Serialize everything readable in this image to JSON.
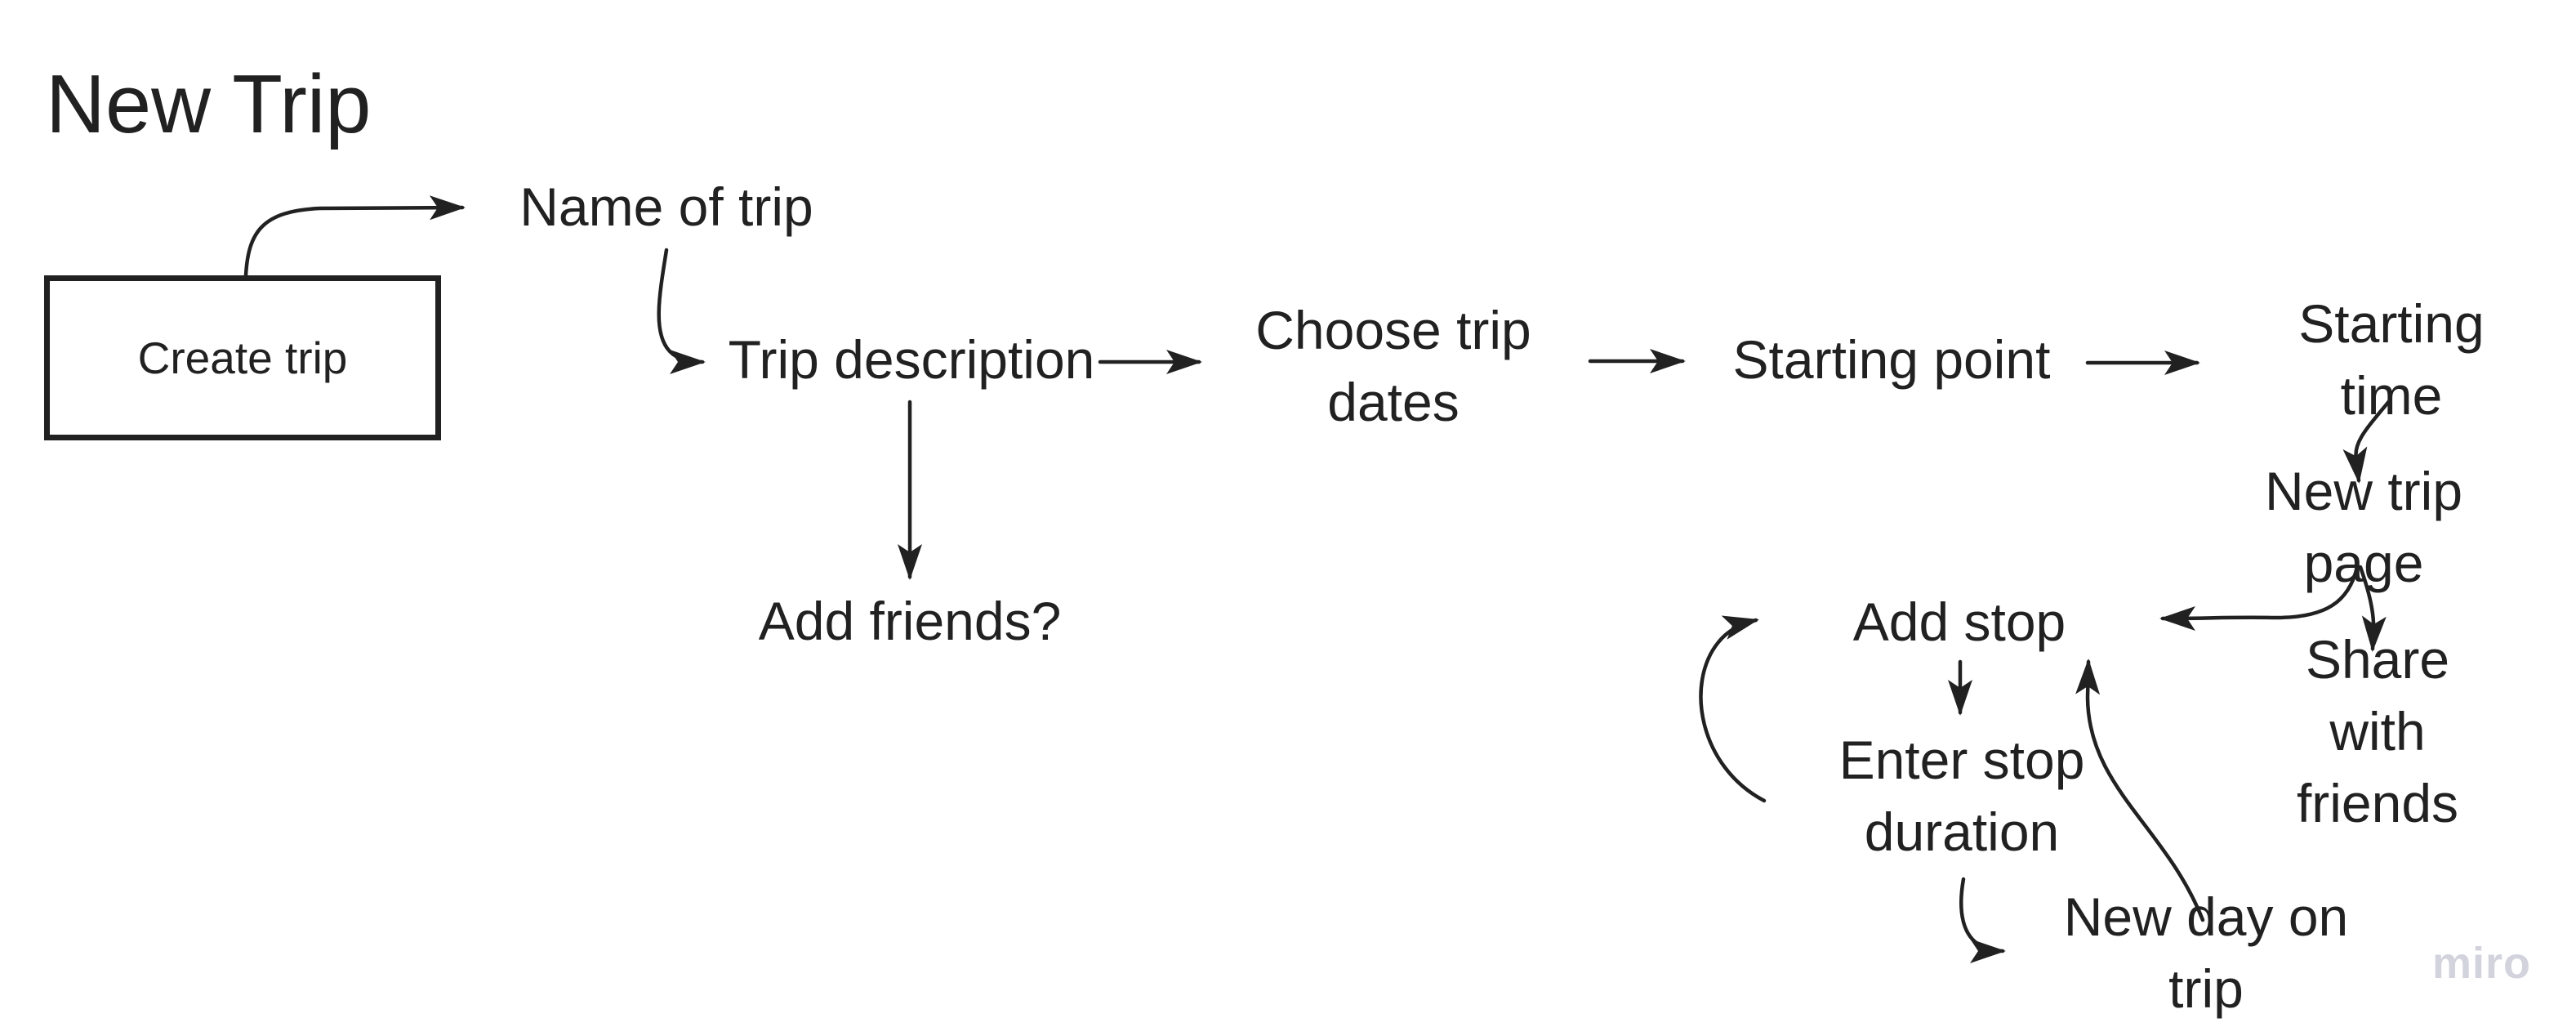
{
  "title": "New Trip",
  "watermark": "miro",
  "colors": {
    "ink": "#212121",
    "watermark": "#d3d3de",
    "background": "#ffffff"
  },
  "nodes": {
    "create_trip": {
      "label": "Create trip",
      "shape": "rectangle"
    },
    "name_of_trip": {
      "label": "Name of trip",
      "shape": "text"
    },
    "trip_description": {
      "label": "Trip description",
      "shape": "text"
    },
    "choose_trip_dates": {
      "label": "Choose trip\ndates",
      "shape": "text"
    },
    "starting_point": {
      "label": "Starting point",
      "shape": "text"
    },
    "starting_time": {
      "label": "Starting time",
      "shape": "text"
    },
    "new_trip_page": {
      "label": "New trip page",
      "shape": "text"
    },
    "add_friends": {
      "label": "Add friends?",
      "shape": "text"
    },
    "add_stop": {
      "label": "Add stop",
      "shape": "text"
    },
    "share_with_friends": {
      "label": "Share with\nfriends",
      "shape": "text"
    },
    "enter_stop_duration": {
      "label": "Enter stop\nduration",
      "shape": "text"
    },
    "new_day_on_trip": {
      "label": "New day on trip",
      "shape": "text"
    }
  },
  "edges": [
    {
      "from": "create_trip",
      "to": "name_of_trip"
    },
    {
      "from": "name_of_trip",
      "to": "trip_description"
    },
    {
      "from": "trip_description",
      "to": "choose_trip_dates"
    },
    {
      "from": "choose_trip_dates",
      "to": "starting_point"
    },
    {
      "from": "starting_point",
      "to": "starting_time"
    },
    {
      "from": "starting_time",
      "to": "new_trip_page"
    },
    {
      "from": "new_trip_page",
      "to": "add_stop"
    },
    {
      "from": "new_trip_page",
      "to": "share_with_friends"
    },
    {
      "from": "add_stop",
      "to": "enter_stop_duration"
    },
    {
      "from": "enter_stop_duration",
      "to": "add_stop"
    },
    {
      "from": "enter_stop_duration",
      "to": "new_day_on_trip"
    },
    {
      "from": "new_day_on_trip",
      "to": "add_stop"
    },
    {
      "from": "trip_description",
      "to": "add_friends"
    }
  ]
}
